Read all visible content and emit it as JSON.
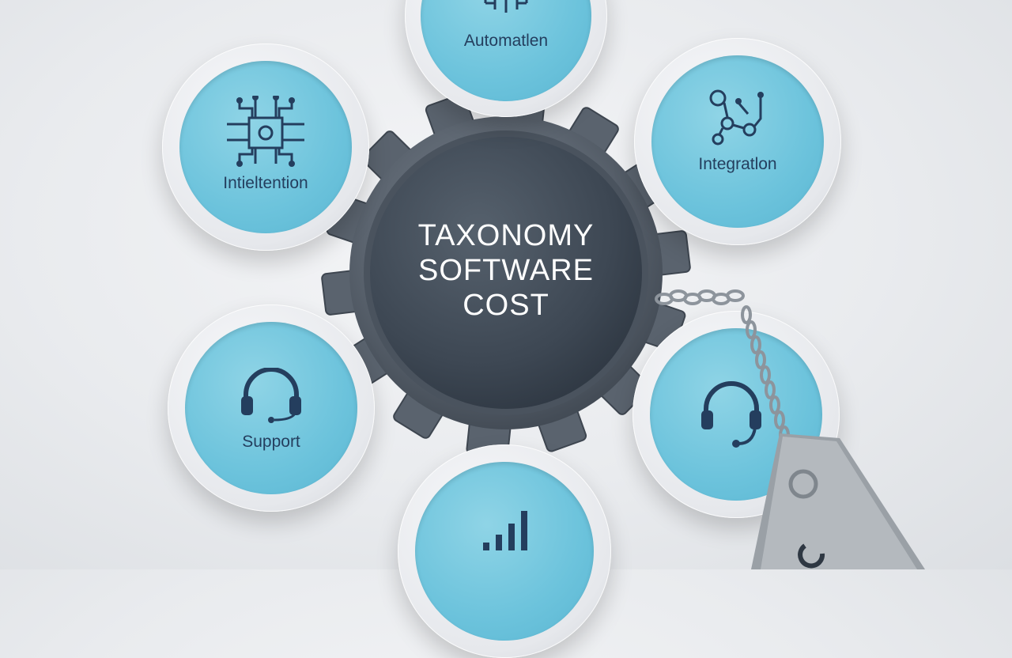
{
  "hub": {
    "lines": [
      "TAXONOMY",
      "SOFTWARE",
      "COST"
    ]
  },
  "nodes": {
    "automation": {
      "label": "Automatlen",
      "icon": "brain-circuit-icon"
    },
    "intelligence": {
      "label": "Intieltention",
      "icon": "chip-circuit-icon"
    },
    "integration": {
      "label": "Integratlon",
      "icon": "gear-network-icon"
    },
    "support": {
      "label": "Support",
      "icon": "headset-icon"
    },
    "support_right": {
      "label": "",
      "icon": "headset-icon"
    },
    "analytics": {
      "label": "",
      "icon": "bar-chart-icon"
    }
  },
  "price_tag": {
    "icon": "price-tag-icon"
  },
  "colors": {
    "node_fill": "#6cc3dc",
    "node_ring": "#e6e8ec",
    "gear": "#3f4a56",
    "icon": "#243e5e",
    "hub_text": "#ffffff"
  }
}
